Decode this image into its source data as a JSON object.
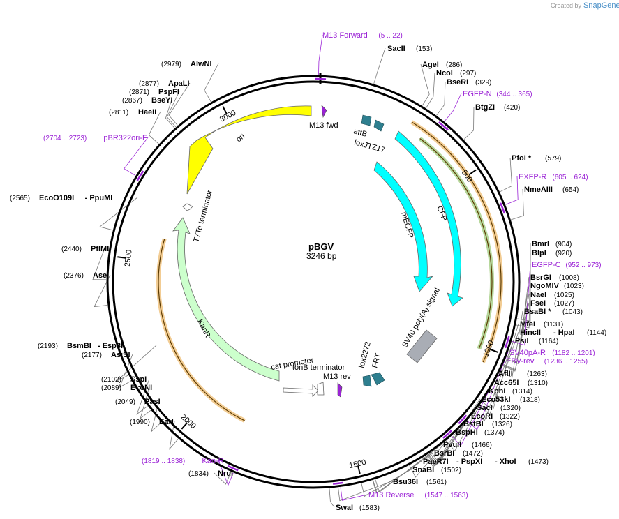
{
  "brand": {
    "created_by": "Created by",
    "name": "SnapGene"
  },
  "map": {
    "name": "pBGV",
    "length_label": "3246 bp"
  },
  "ticks": [
    "3000",
    "500",
    "1000",
    "1500",
    "2000",
    "2500"
  ],
  "features": [
    {
      "name": "ori",
      "color": "#ffff00"
    },
    {
      "name": "T7Te terminator",
      "color": "#ffffff"
    },
    {
      "name": "KanR",
      "color": "#ccffcc"
    },
    {
      "name": "cat promoter",
      "color": "#ffffff"
    },
    {
      "name": "tonB terminator",
      "color": "#ffffff"
    },
    {
      "name": "M13 rev",
      "color": "#9b23d6"
    },
    {
      "name": "M13 fwd",
      "color": "#9b23d6"
    },
    {
      "name": "attB",
      "color": "#2e7f8f"
    },
    {
      "name": "loxJTZ17",
      "color": "#2e7f8f"
    },
    {
      "name": "mECFP",
      "color": "#00ffff"
    },
    {
      "name": "CFP",
      "color": "#00ffff"
    },
    {
      "name": "SV40 poly(A) signal",
      "color": "#a9adb5"
    },
    {
      "name": "lox2272",
      "color": "#2e7f8f"
    },
    {
      "name": "FRT",
      "color": "#2e7f8f"
    }
  ],
  "primers": [
    {
      "name": "M13 Forward",
      "range": "(5 .. 22)"
    },
    {
      "name": "EGFP-N",
      "range": "(344 .. 365)"
    },
    {
      "name": "EXFP-R",
      "range": "(605 .. 624)"
    },
    {
      "name": "EGFP-C",
      "range": "(952 .. 973)"
    },
    {
      "name": "SV40pA-R",
      "range": "(1182 .. 1201)"
    },
    {
      "name": "EBV-rev",
      "range": "(1236 .. 1255)"
    },
    {
      "name": "M13 Reverse",
      "range": "(1547 .. 1563)"
    },
    {
      "name": "Kan-R",
      "range": "(1819 .. 1838)"
    },
    {
      "name": "pBR322ori-F",
      "range": "(2704 .. 2723)"
    }
  ],
  "enzymes_right": [
    {
      "name": "SacII",
      "pos": "(153)"
    },
    {
      "name": "AgeI",
      "pos": "(286)"
    },
    {
      "name": "NcoI",
      "pos": "(297)"
    },
    {
      "name": "BseRI",
      "pos": "(329)"
    },
    {
      "name": "BtgZI",
      "pos": "(420)"
    },
    {
      "name": "PfoI *",
      "pos": "(579)"
    },
    {
      "name": "NmeAIII",
      "pos": "(654)"
    },
    {
      "name": "BmrI",
      "pos": "(904)"
    },
    {
      "name": "BlpI",
      "pos": "(920)"
    },
    {
      "name": "BsrGI",
      "pos": "(1008)"
    },
    {
      "name": "NgoMIV",
      "pos": "(1023)"
    },
    {
      "name": "NaeI",
      "pos": "(1025)"
    },
    {
      "name": "FseI",
      "pos": "(1027)"
    },
    {
      "name": "BsaBI *",
      "pos": "(1043)"
    },
    {
      "name": "MfeI",
      "pos": "(1131)"
    },
    {
      "name": "HincII",
      "name2": "HpaI",
      "pos": "(1144)"
    },
    {
      "name": "PsiI",
      "pos": "(1164)"
    },
    {
      "name": "AflII",
      "pos": "(1263)"
    },
    {
      "name": "Acc65I",
      "pos": "(1310)"
    },
    {
      "name": "KpnI",
      "pos": "(1314)"
    },
    {
      "name": "Eco53kI",
      "pos": "(1318)"
    },
    {
      "name": "SacI",
      "pos": "(1320)"
    },
    {
      "name": "EcoRI",
      "pos": "(1322)"
    },
    {
      "name": "BstBI",
      "pos": "(1326)"
    },
    {
      "name": "BspHI",
      "pos": "(1374)"
    },
    {
      "name": "PvuII",
      "pos": "(1466)"
    },
    {
      "name": "BsrBI",
      "pos": "(1472)"
    },
    {
      "name": "PaeR7I",
      "name2": "PspXI",
      "name3": "XhoI",
      "pos": "(1473)"
    },
    {
      "name": "SnaBI",
      "pos": "(1502)"
    },
    {
      "name": "Bsu36I",
      "pos": "(1561)"
    },
    {
      "name": "SwaI",
      "pos": "(1583)"
    }
  ],
  "enzymes_left": [
    {
      "name": "AlwNI",
      "pos": "(2979)"
    },
    {
      "name": "ApaLI",
      "pos": "(2877)"
    },
    {
      "name": "PspFI",
      "pos": "(2871)"
    },
    {
      "name": "BseYI",
      "pos": "(2867)"
    },
    {
      "name": "HaeII",
      "pos": "(2811)"
    },
    {
      "name": "EcoO109I",
      "name2": "PpuMI",
      "pos": "(2565)"
    },
    {
      "name": "PflMI",
      "pos": "(2440)"
    },
    {
      "name": "AseI",
      "pos": "(2376)"
    },
    {
      "name": "BsmBI",
      "name2": "Esp3I",
      "pos": "(2193)"
    },
    {
      "name": "AsiSI",
      "pos": "(2177)"
    },
    {
      "name": "SspI",
      "pos": "(2102)"
    },
    {
      "name": "EcoNI",
      "pos": "(2089)"
    },
    {
      "name": "PasI",
      "pos": "(2049)"
    },
    {
      "name": "EarI",
      "pos": "(1990)"
    },
    {
      "name": "NruI",
      "pos": "(1834)"
    }
  ]
}
